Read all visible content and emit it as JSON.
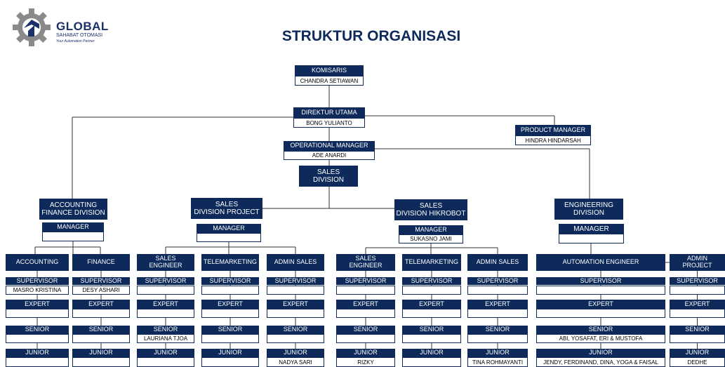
{
  "company": {
    "brand": "GLOBAL",
    "subtitle": "SAHABAT OTOMASI",
    "tagline": "Your Automation Partner"
  },
  "title": "STRUKTUR ORGANISASI",
  "komisaris": {
    "label": "KOMISARIS",
    "name": "CHANDRA SETIAWAN"
  },
  "direktur": {
    "label": "DIREKTUR UTAMA",
    "name": "BONG YULIANTO"
  },
  "product_manager": {
    "label": "PRODUCT MANAGER",
    "name": "HINDRA HINDARSAH"
  },
  "operational": {
    "label": "OPERATIONAL MANAGER",
    "name": "ADE ANARDI"
  },
  "sales_division": {
    "line1": "SALES",
    "line2": "DIVISION"
  },
  "divisions": {
    "accounting": {
      "line1": "ACCOUNTING",
      "line2": "FINANCE DIVISION",
      "manager": "MANAGER",
      "name": ""
    },
    "project": {
      "line1": "SALES",
      "line2": "DIVISION PROJECT",
      "manager": "MANAGER",
      "name": ""
    },
    "hikrobot": {
      "line1": "SALES",
      "line2": "DIVISION HIKROBOT",
      "manager": "MANAGER",
      "name": "SUKASNO JAMI"
    },
    "engineering": {
      "line1": "ENGINEERING",
      "line2": "DIVISION",
      "manager": "MANAGER",
      "name": ""
    }
  },
  "levels": {
    "supervisor": "SUPERVISOR",
    "expert": "EXPERT",
    "senior": "SENIOR",
    "junior": "JUNIOR"
  },
  "columns": [
    {
      "title": "ACCOUNTING",
      "supervisor": "MASRO KRISTINA",
      "expert": "",
      "senior": "",
      "junior": ""
    },
    {
      "title": "FINANCE",
      "supervisor": "DESY ASHARI",
      "expert": "",
      "senior": "",
      "junior": ""
    },
    {
      "title": "SALES ENGINEER",
      "supervisor": "",
      "expert": "",
      "senior": "LAURIANA TJOA",
      "junior": ""
    },
    {
      "title": "TELEMARKETING",
      "supervisor": "",
      "expert": "",
      "senior": "",
      "junior": ""
    },
    {
      "title": "ADMIN SALES",
      "supervisor": "",
      "expert": "",
      "senior": "",
      "junior": "NADYA SARI"
    },
    {
      "title": "SALES ENGINEER",
      "supervisor": "",
      "expert": "",
      "senior": "",
      "junior": "RIZKY"
    },
    {
      "title": "TELEMARKETING",
      "supervisor": "",
      "expert": "",
      "senior": "",
      "junior": ""
    },
    {
      "title": "ADMIN SALES",
      "supervisor": "",
      "expert": "",
      "senior": "",
      "junior": "TINA ROHMAYANTI"
    },
    {
      "title": "AUTOMATION ENGINEER",
      "supervisor": "",
      "expert": "",
      "senior": "ABI, YOSAFAT, ERI & MUSTOFA",
      "junior": "JENDY, FERDINAND, DINA, YOGA & FAISAL"
    },
    {
      "title": "ADMIN PROJECT",
      "supervisor": "",
      "expert": "",
      "senior": "",
      "junior": "DEDHE"
    }
  ],
  "colors": {
    "navy": "#0d2a5a",
    "line": "#333333"
  }
}
